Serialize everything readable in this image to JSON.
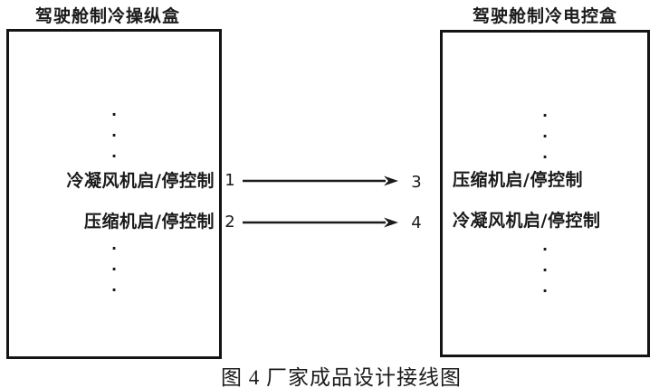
{
  "diagram": {
    "left_box": {
      "title": "驾驶舱制冷操纵盒",
      "signals": [
        "冷凝风机启/停控制",
        "压缩机启/停控制"
      ]
    },
    "right_box": {
      "title": "驾驶舱制冷电控盒",
      "signals": [
        "压缩机启/停控制",
        "冷凝风机启/停控制"
      ]
    },
    "connections": [
      {
        "from_pin": "1",
        "to_pin": "3"
      },
      {
        "from_pin": "2",
        "to_pin": "4"
      }
    ],
    "ellipsis_dot": "·",
    "caption": "图 4 厂家成品设计接线图",
    "colors": {
      "line": "#1a1a1a",
      "border": "#141414",
      "background": "#ffffff",
      "text": "#1a1a1a"
    }
  }
}
